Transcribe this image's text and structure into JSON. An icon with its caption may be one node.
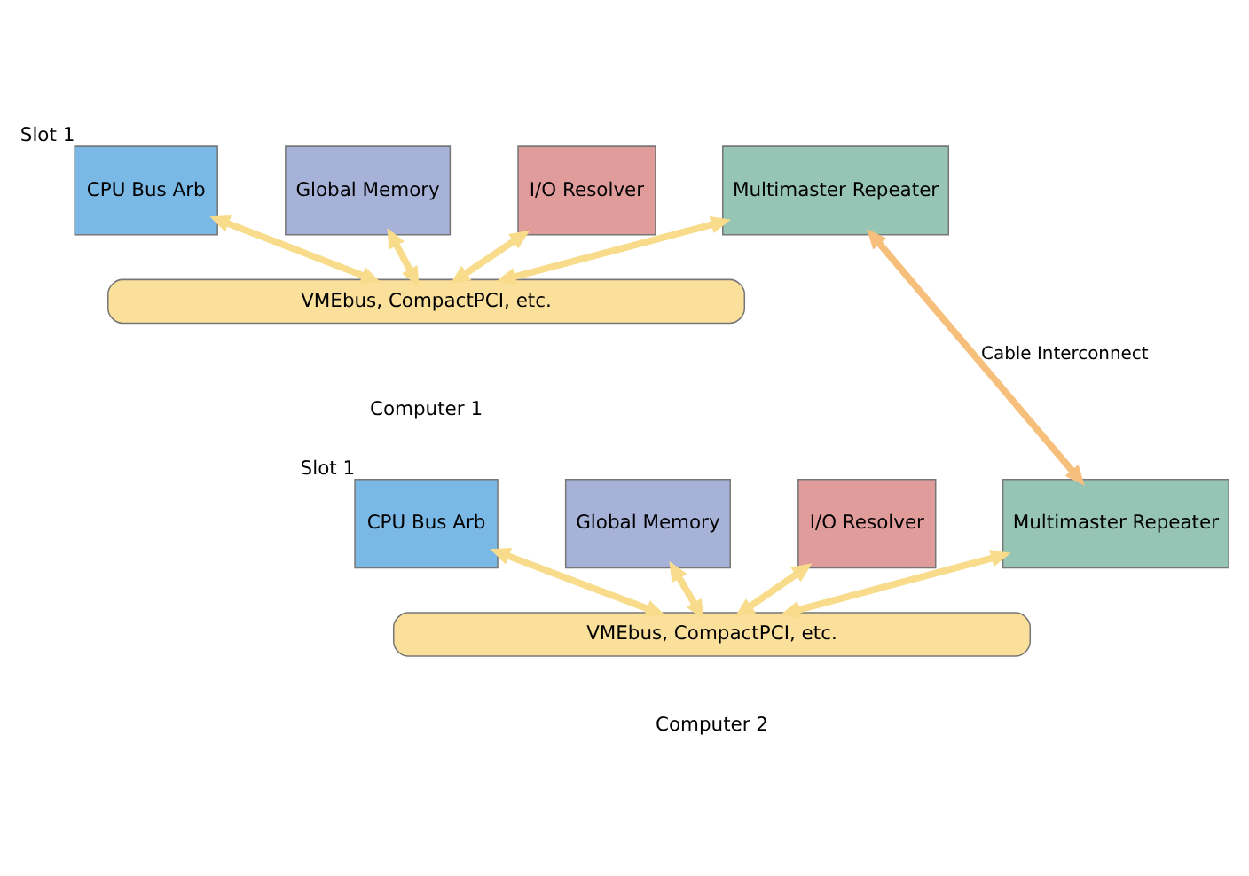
{
  "diagram": {
    "nodes": [
      {
        "text": [
          "CPU Bus Arb"
        ],
        "beside": [
          "Slot 1"
        ]
      },
      {
        "text": [
          "Global Memory"
        ]
      },
      {
        "text": [
          "I/O Resolver"
        ]
      },
      {
        "text": [
          "Multimaster Repeater"
        ]
      },
      {
        "text": [
          "VMEbus, CompactPCI, etc."
        ]
      },
      {
        "text": [
          "CPU Bus Arb"
        ],
        "beside": [
          "Slot 1"
        ]
      },
      {
        "text": [
          "Global Memory"
        ]
      },
      {
        "text": [
          "I/O Resolver"
        ]
      },
      {
        "text": [
          "Multimaster Repeater"
        ]
      },
      {
        "text": [
          "VMEbus, CompactPCI, etc."
        ]
      }
    ],
    "edges": [
      {
        "from": 0,
        "to": 4,
        "arrow": "both"
      },
      {
        "from": 1,
        "to": 4,
        "arrow": "both"
      },
      {
        "from": 2,
        "to": 4,
        "arrow": "both"
      },
      {
        "from": 3,
        "to": 4,
        "arrow": "both"
      },
      {
        "from": 3,
        "to": 8,
        "arrow": "both",
        "label": "Cable Interconnect",
        "color": "#f6c07c"
      },
      {
        "from": 5,
        "to": 9,
        "arrow": "both"
      },
      {
        "from": 6,
        "to": 9,
        "arrow": "both"
      },
      {
        "from": 7,
        "to": 9,
        "arrow": "both"
      },
      {
        "from": 8,
        "to": 9,
        "arrow": "both"
      }
    ],
    "labels": [
      "Computer 1",
      "Computer 2"
    ]
  }
}
